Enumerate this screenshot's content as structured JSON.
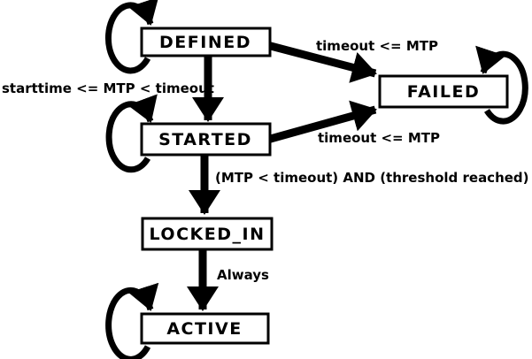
{
  "diagram": {
    "kind": "state-machine",
    "colors": {
      "background": "#ffffff",
      "ink": "#000000",
      "state_fill": "#ffffff"
    },
    "states": {
      "defined": {
        "label": "DEFINED",
        "self_transition": true
      },
      "failed": {
        "label": "FAILED",
        "self_transition": true
      },
      "started": {
        "label": "STARTED",
        "self_transition": true
      },
      "locked_in": {
        "label": "LOCKED_IN",
        "self_transition": false
      },
      "active": {
        "label": "ACTIVE",
        "self_transition": true
      }
    },
    "transitions": {
      "defined_to_started": {
        "from": "DEFINED",
        "to": "STARTED",
        "label": "starttime <= MTP < timeout"
      },
      "defined_to_failed": {
        "from": "DEFINED",
        "to": "FAILED",
        "label": "timeout <= MTP"
      },
      "started_to_failed": {
        "from": "STARTED",
        "to": "FAILED",
        "label": "timeout <= MTP"
      },
      "started_to_locked_in": {
        "from": "STARTED",
        "to": "LOCKED_IN",
        "label": "(MTP < timeout) AND (threshold reached)"
      },
      "locked_in_to_active": {
        "from": "LOCKED_IN",
        "to": "ACTIVE",
        "label": "Always"
      }
    }
  }
}
